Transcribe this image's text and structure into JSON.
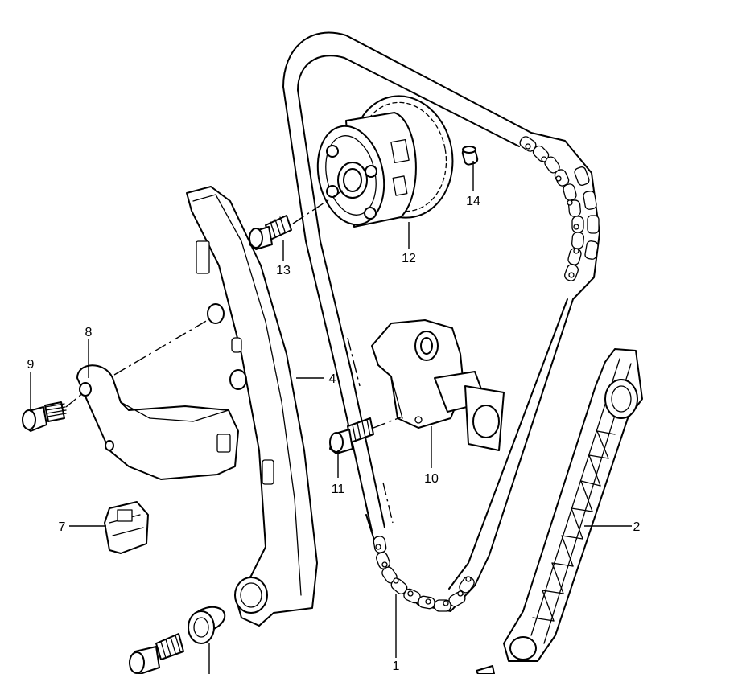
{
  "diagram": {
    "callouts": [
      {
        "id": "p1",
        "label": "1"
      },
      {
        "id": "p2",
        "label": "2"
      },
      {
        "id": "p4",
        "label": "4"
      },
      {
        "id": "p7",
        "label": "7"
      },
      {
        "id": "p8",
        "label": "8"
      },
      {
        "id": "p9",
        "label": "9"
      },
      {
        "id": "p10",
        "label": "10"
      },
      {
        "id": "p11",
        "label": "11"
      },
      {
        "id": "p12",
        "label": "12"
      },
      {
        "id": "p13",
        "label": "13"
      },
      {
        "id": "p14",
        "label": "14"
      }
    ]
  }
}
